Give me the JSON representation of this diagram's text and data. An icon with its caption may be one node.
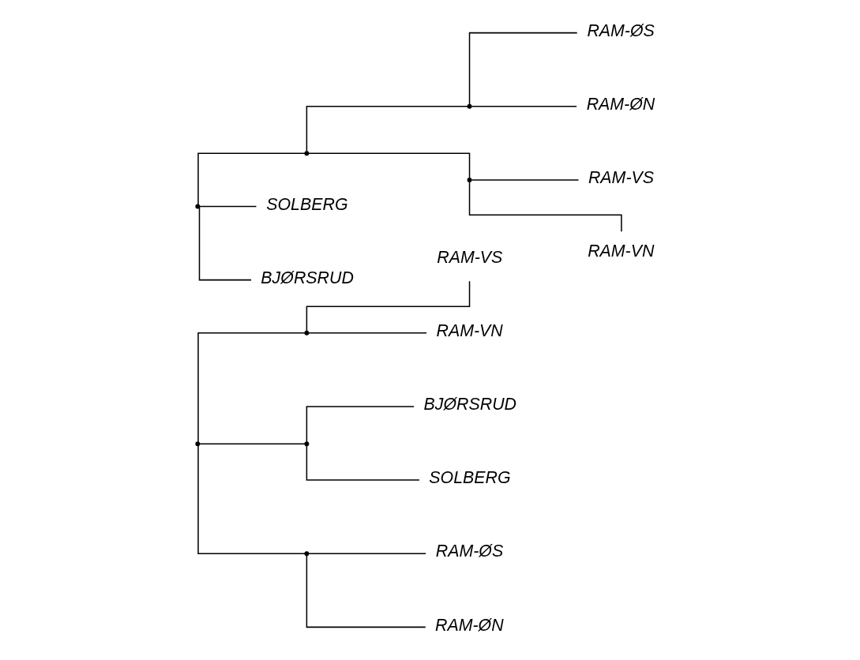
{
  "diagram": {
    "nodes": [
      {
        "text": [],
        "shape": "point"
      },
      {
        "text": [],
        "shape": "point"
      },
      {
        "text": [
          "RAM-VS"
        ]
      },
      {
        "text": [
          "RAM-VN"
        ]
      },
      {
        "text": [],
        "shape": "point"
      },
      {
        "text": [
          "BJØRSRUD"
        ]
      },
      {
        "text": [
          "SOLBERG"
        ]
      },
      {
        "text": [],
        "shape": "point"
      },
      {
        "text": [
          "RAM-ØS"
        ]
      },
      {
        "text": [
          "RAM-ØN"
        ]
      },
      {
        "text": [],
        "shape": "point"
      },
      {
        "text": [],
        "shape": "point"
      },
      {
        "text": [],
        "shape": "point"
      },
      {
        "text": [
          "RAM-ØS"
        ]
      },
      {
        "text": [
          "RAM-ØN"
        ]
      },
      {
        "text": [],
        "shape": "point"
      },
      {
        "text": [
          "RAM-VS"
        ]
      },
      {
        "text": [
          "RAM-VN"
        ]
      },
      {
        "text": [
          "SOLBERG"
        ]
      },
      {
        "text": [
          "BJØRSRUD"
        ]
      }
    ],
    "edges": [
      {
        "from": 0,
        "to": 1,
        "arrow": "none"
      },
      {
        "from": 1,
        "to": 2,
        "arrow": "none"
      },
      {
        "from": 1,
        "to": 3,
        "arrow": "none"
      },
      {
        "from": 0,
        "to": 4,
        "arrow": "none"
      },
      {
        "from": 4,
        "to": 5,
        "arrow": "none"
      },
      {
        "from": 4,
        "to": 6,
        "arrow": "none"
      },
      {
        "from": 0,
        "to": 7,
        "arrow": "none"
      },
      {
        "from": 7,
        "to": 8,
        "arrow": "none"
      },
      {
        "from": 7,
        "to": 9,
        "arrow": "none"
      },
      {
        "from": 10,
        "to": 11,
        "arrow": "none"
      },
      {
        "from": 11,
        "to": 12,
        "arrow": "none"
      },
      {
        "from": 12,
        "to": 13,
        "arrow": "none"
      },
      {
        "from": 12,
        "to": 14,
        "arrow": "none"
      },
      {
        "from": 11,
        "to": 15,
        "arrow": "none"
      },
      {
        "from": 15,
        "to": 16,
        "arrow": "none"
      },
      {
        "from": 15,
        "to": 17,
        "arrow": "none"
      },
      {
        "from": 10,
        "to": 18,
        "arrow": "none"
      },
      {
        "from": 10,
        "to": 19,
        "arrow": "none"
      }
    ]
  }
}
